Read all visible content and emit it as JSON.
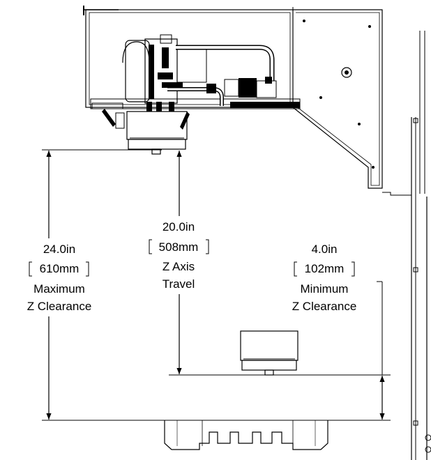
{
  "dimensions": {
    "max_clearance": {
      "imperial": "24.0in",
      "metric": "610mm",
      "label_line1": "Maximum",
      "label_line2": "Z Clearance"
    },
    "z_travel": {
      "imperial": "20.0in",
      "metric": "508mm",
      "label_line1": "Z Axis",
      "label_line2": "Travel"
    },
    "min_clearance": {
      "imperial": "4.0in",
      "metric": "102mm",
      "label_line1": "Minimum",
      "label_line2": "Z Clearance"
    }
  },
  "colors": {
    "line": "#000000",
    "background": "#ffffff"
  }
}
